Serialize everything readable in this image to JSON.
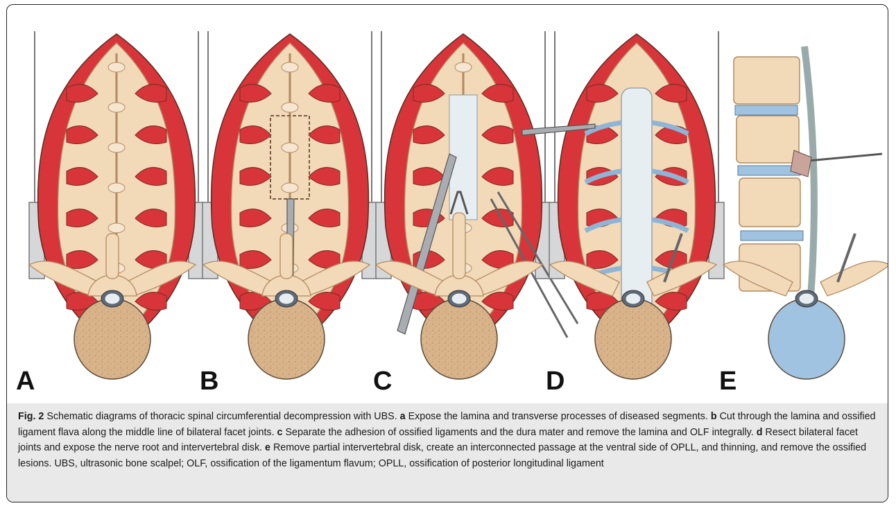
{
  "figure": {
    "panel_labels": [
      "A",
      "B",
      "C",
      "D",
      "E"
    ]
  },
  "caption": {
    "fig_label": "Fig. 2",
    "intro": " Schematic diagrams of thoracic spinal circumferential decompression with UBS. ",
    "items": [
      {
        "letter": "a",
        "text": " Expose the lamina and transverse processes of diseased segments. "
      },
      {
        "letter": "b",
        "text": " Cut through the lamina and ossified ligament flava along the middle line of bilateral facet joints. "
      },
      {
        "letter": "c",
        "text": " Separate the adhesion of ossified ligaments and the dura mater and remove the lamina and OLF integrally. "
      },
      {
        "letter": "d",
        "text": " Resect bilateral facet joints and expose the nerve root and intervertebral disk. "
      },
      {
        "letter": "e",
        "text": " Remove partial intervertebral disk, create an interconnected passage at the ventral side of OPLL, and thinning, and remove the ossified lesions. UBS, ultrasonic bone scalpel; OLF, ossification of the ligamentum flavum; OPLL, ossification of posterior longitudinal ligament"
      }
    ]
  },
  "colors": {
    "bone": "#f2d9b8",
    "bone_dark": "#b08a62",
    "muscle": "#d8353a",
    "muscle_light": "#e86a50",
    "dura": "#e6eef2",
    "disc": "#9fc3e0",
    "instrument": "#a9adb1",
    "cancellous": "#d9b48a"
  }
}
